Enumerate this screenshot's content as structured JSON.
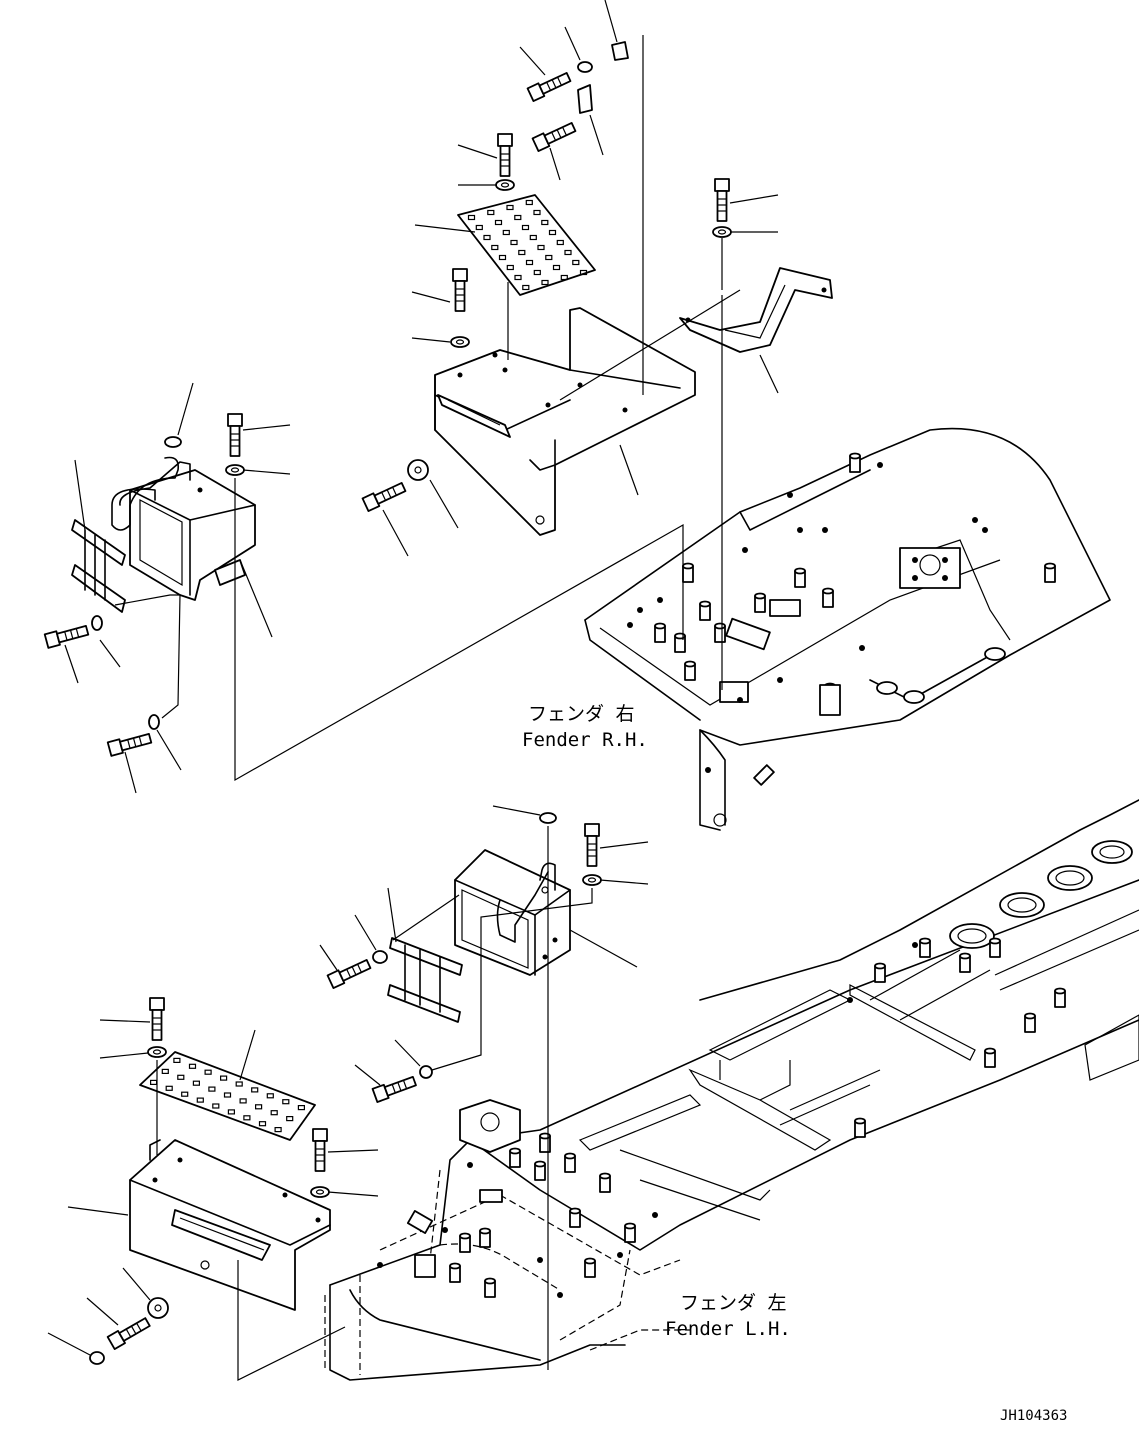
{
  "labels": {
    "fender_rh_jp": "フェンダ 右",
    "fender_rh_en": "Fender R.H.",
    "fender_lh_jp": "フェンダ 左",
    "fender_lh_en": "Fender L.H.",
    "drawing_code": "JH104363"
  }
}
